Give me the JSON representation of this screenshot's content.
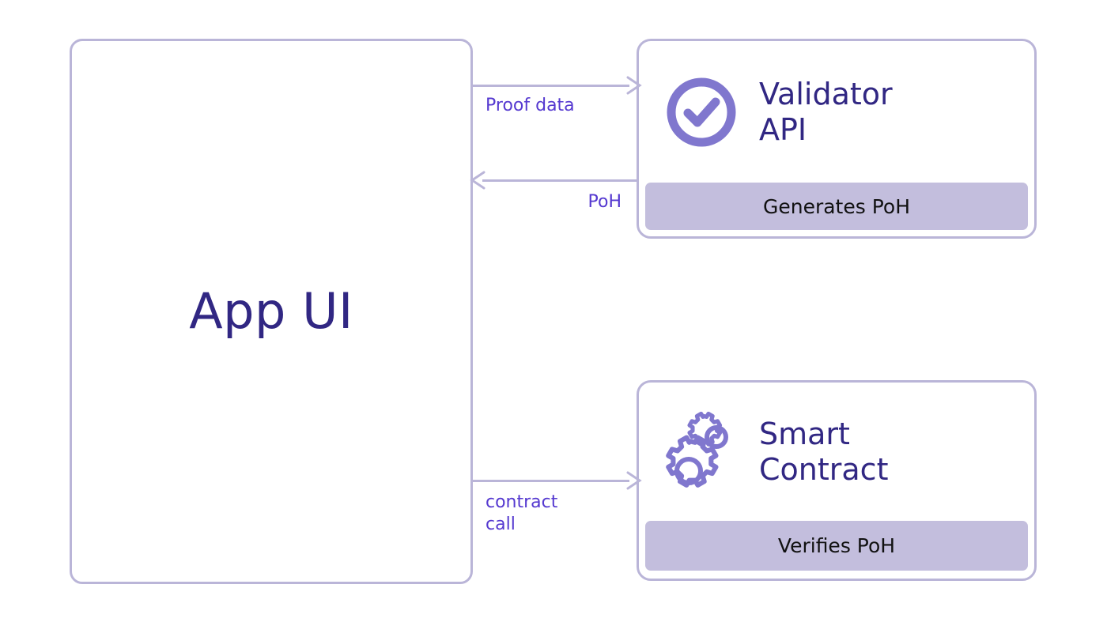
{
  "diagram": {
    "background": "#ffffff",
    "colors": {
      "border": "#bab5d8",
      "title_text": "#312783",
      "banner_bg": "#c3bedd",
      "banner_text": "#111111",
      "connector": "#bab5d8",
      "connector_label": "#5539d0",
      "icon": "#8077ce"
    },
    "nodes": {
      "app_ui": {
        "label": "App UI"
      },
      "validator": {
        "title": "Validator\nAPI",
        "title_line1": "Validator",
        "title_line2": "API",
        "banner": "Generates PoH",
        "icon": "check-circle-icon"
      },
      "contract": {
        "title": "Smart\nContract",
        "title_line1": "Smart",
        "title_line2": "Contract",
        "banner": "Verifies PoH",
        "icon": "gears-icon"
      }
    },
    "connectors": [
      {
        "id": "proof-data",
        "label": "Proof data",
        "direction": "right",
        "from": "app_ui",
        "to": "validator"
      },
      {
        "id": "poh",
        "label": "PoH",
        "direction": "left",
        "from": "validator",
        "to": "app_ui"
      },
      {
        "id": "contract-call",
        "label": "contract\ncall",
        "direction": "right",
        "from": "app_ui",
        "to": "contract"
      }
    ]
  }
}
